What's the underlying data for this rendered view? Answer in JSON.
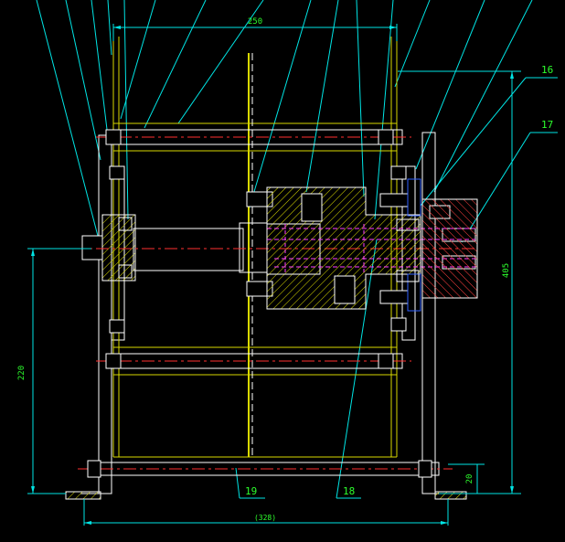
{
  "drawing": {
    "background": "#000000",
    "colors": {
      "outline": "#ffffff",
      "leader": "#00e5e5",
      "dimension": "#00e5e5",
      "dim_text": "#2dff2d",
      "center_line": "#ff3030",
      "hidden_line": "#ff40ff",
      "hatch": "#e6e600",
      "yellow_part": "#d8d800",
      "blue_part": "#3060ff"
    },
    "dimensions": {
      "top_width": "250",
      "overall_height": "405",
      "shaft_height": "220",
      "foot_height": "20",
      "base_width": "(328)"
    },
    "balloons": {
      "b16": "16",
      "b17": "17",
      "b18": "18",
      "b19": "19"
    }
  }
}
